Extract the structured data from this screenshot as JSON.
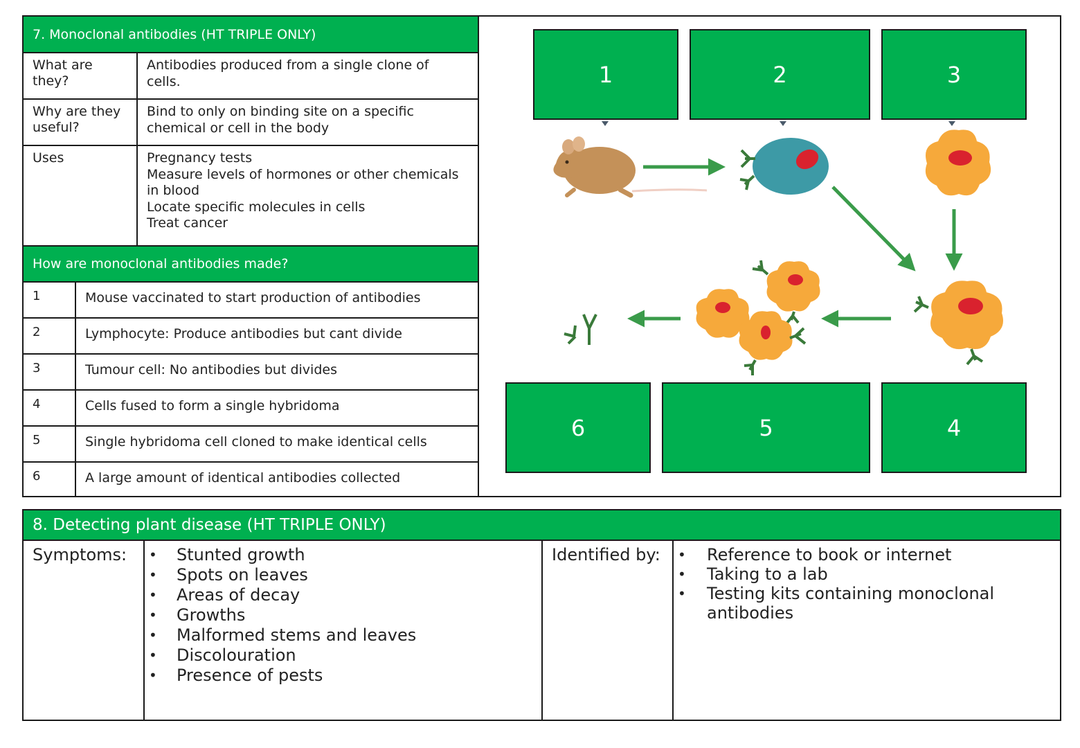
{
  "section7": {
    "title": "7. Monoclonal antibodies (HT TRIPLE ONLY)",
    "rows": [
      {
        "label": "What are they?",
        "lines": [
          "Antibodies produced from a single clone of",
          "cells."
        ]
      },
      {
        "label": "Why are they useful?",
        "lines": [
          "Bind to only on binding site on a specific",
          "chemical or cell in the body"
        ]
      },
      {
        "label": "Uses",
        "lines": [
          "Pregnancy tests",
          "Measure levels of hormones or other chemicals",
          "in blood",
          "Locate specific molecules in cells",
          "Treat cancer"
        ]
      }
    ],
    "how_title": "How are monoclonal antibodies made?",
    "steps": [
      {
        "num": "1",
        "text": "Mouse vaccinated to start production of antibodies"
      },
      {
        "num": "2",
        "text": "Lymphocyte: Produce antibodies but cant divide"
      },
      {
        "num": "3",
        "text": "Tumour cell: No antibodies but divides"
      },
      {
        "num": "4",
        "text": "Cells fused to form a single hybridoma"
      },
      {
        "num": "5",
        "text": "Single hybridoma cell cloned to make identical cells"
      },
      {
        "num": "6",
        "text": "A large amount of identical antibodies collected"
      }
    ]
  },
  "diagram": {
    "boxes": [
      "1",
      "2",
      "3",
      "4",
      "5",
      "6"
    ],
    "colors": {
      "green": "#00b050",
      "arrow": "#3a9b4a",
      "mouse": "#c49159",
      "lymphocyte": "#3d9aa6",
      "tumour": "#f6a93b",
      "nucleus": "#d9222e"
    }
  },
  "section8": {
    "title": "8. Detecting plant disease (HT TRIPLE ONLY)",
    "symptoms_label": "Symptoms:",
    "symptoms": [
      "Stunted growth",
      "Spots on leaves",
      "Areas of decay",
      "Growths",
      "Malformed stems and leaves",
      "Discolouration",
      "Presence of pests"
    ],
    "identified_label": "Identified by:",
    "identified": [
      "Reference to book or internet",
      "Taking to a lab",
      "Testing kits containing monoclonal antibodies"
    ]
  }
}
